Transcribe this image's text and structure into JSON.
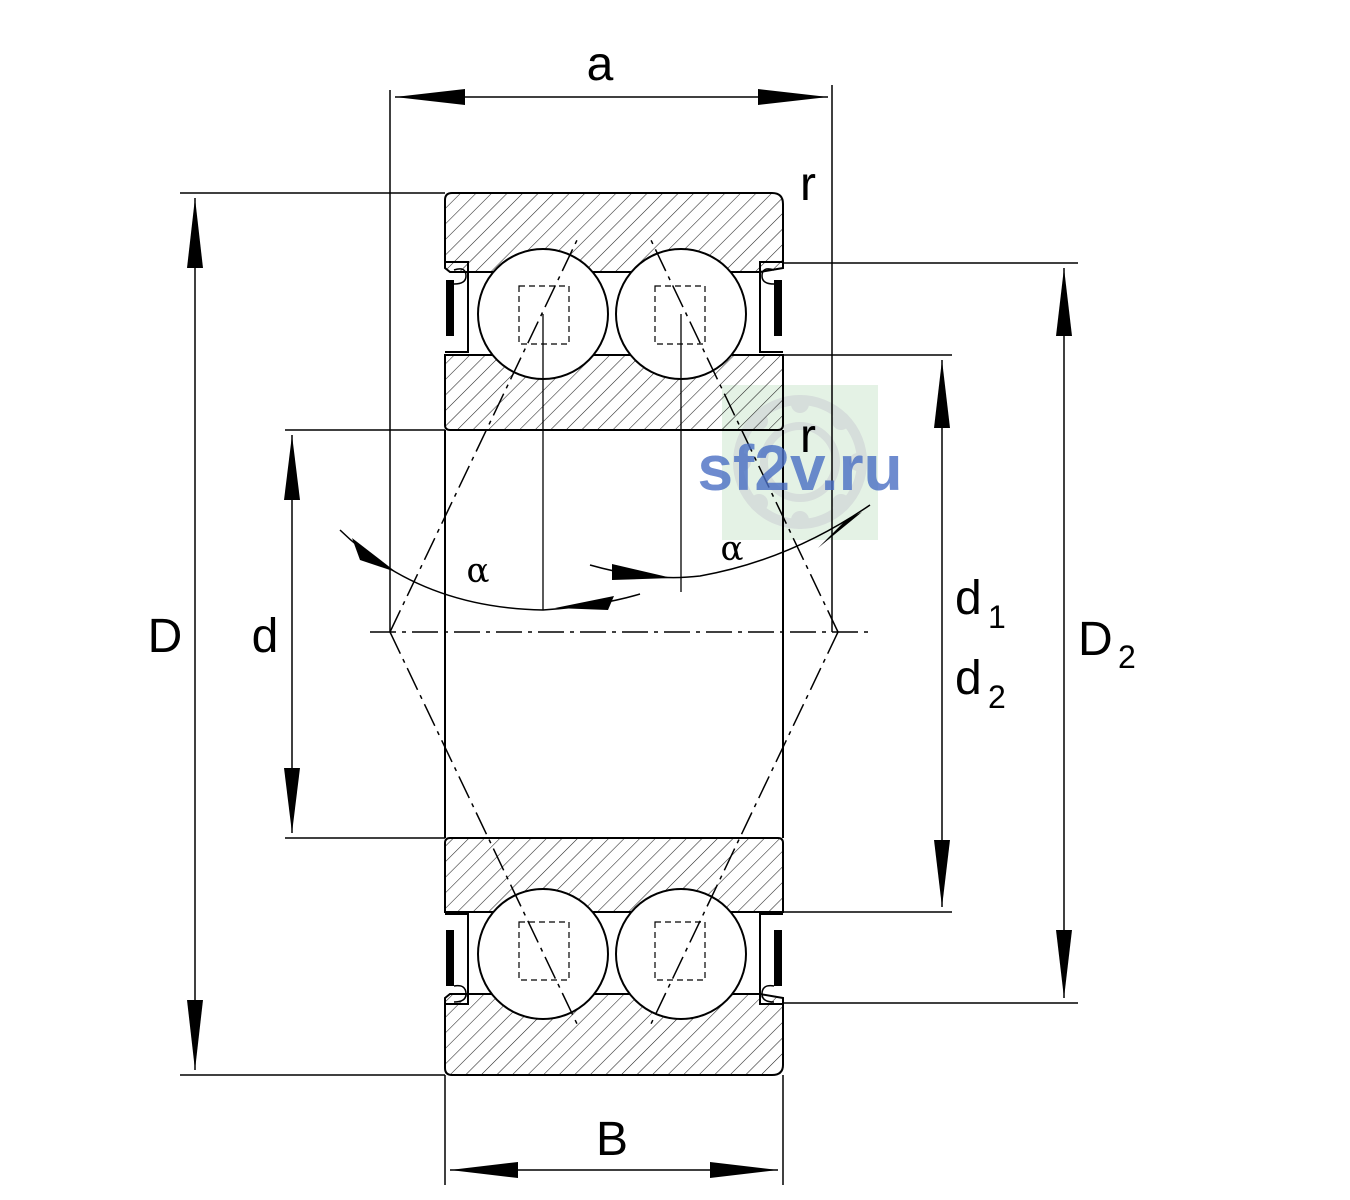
{
  "labels": {
    "a": "a",
    "r_top": "r",
    "r_mid": "r",
    "D": "D",
    "d": "d",
    "d1_main": "d",
    "d1_sub": "1",
    "d2_main": "d",
    "d2_sub": "2",
    "D2_main": "D",
    "D2_sub": "2",
    "B": "B",
    "alpha_left": "α",
    "alpha_right": "α"
  },
  "watermark": {
    "text": "sf2v.ru",
    "text_color": "#4a6fc4",
    "panel_color": "#dceedd"
  },
  "colors": {
    "line": "#000000",
    "hatch": "#222222"
  }
}
